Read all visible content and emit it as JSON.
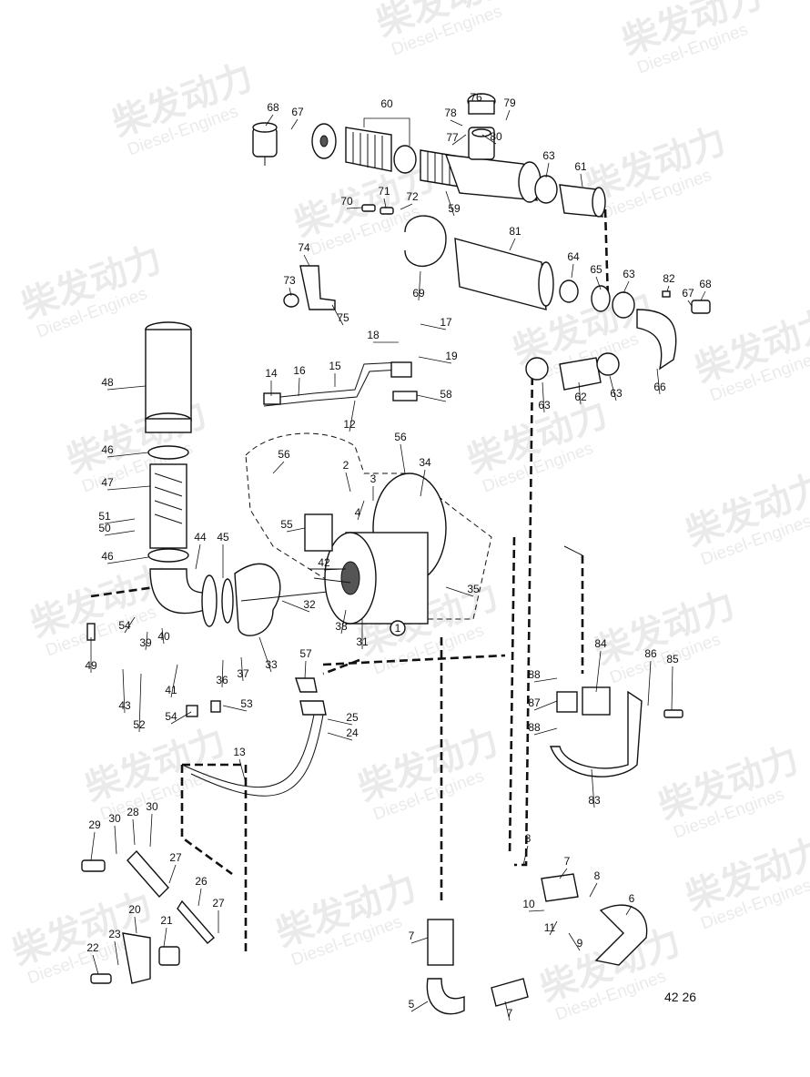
{
  "watermark": {
    "cn": "柴发动力",
    "en": "Diesel-Engines"
  },
  "drawing_code": "42 26",
  "callout_circle_number": "1",
  "part_numbers": [
    "2",
    "3",
    "4",
    "5",
    "6",
    "7",
    "8",
    "9",
    "10",
    "11",
    "12",
    "13",
    "14",
    "15",
    "16",
    "17",
    "18",
    "19",
    "20",
    "21",
    "22",
    "23",
    "24",
    "25",
    "26",
    "27",
    "28",
    "29",
    "30",
    "31",
    "32",
    "33",
    "34",
    "35",
    "36",
    "37",
    "38",
    "39",
    "40",
    "41",
    "42",
    "43",
    "44",
    "45",
    "46",
    "47",
    "48",
    "49",
    "50",
    "51",
    "52",
    "53",
    "54",
    "55",
    "56",
    "57",
    "58",
    "59",
    "60",
    "61",
    "62",
    "63",
    "64",
    "65",
    "66",
    "67",
    "68",
    "69",
    "70",
    "71",
    "72",
    "73",
    "74",
    "75",
    "76",
    "77",
    "78",
    "79",
    "80",
    "81",
    "82",
    "83",
    "84",
    "85",
    "86",
    "87",
    "88"
  ]
}
